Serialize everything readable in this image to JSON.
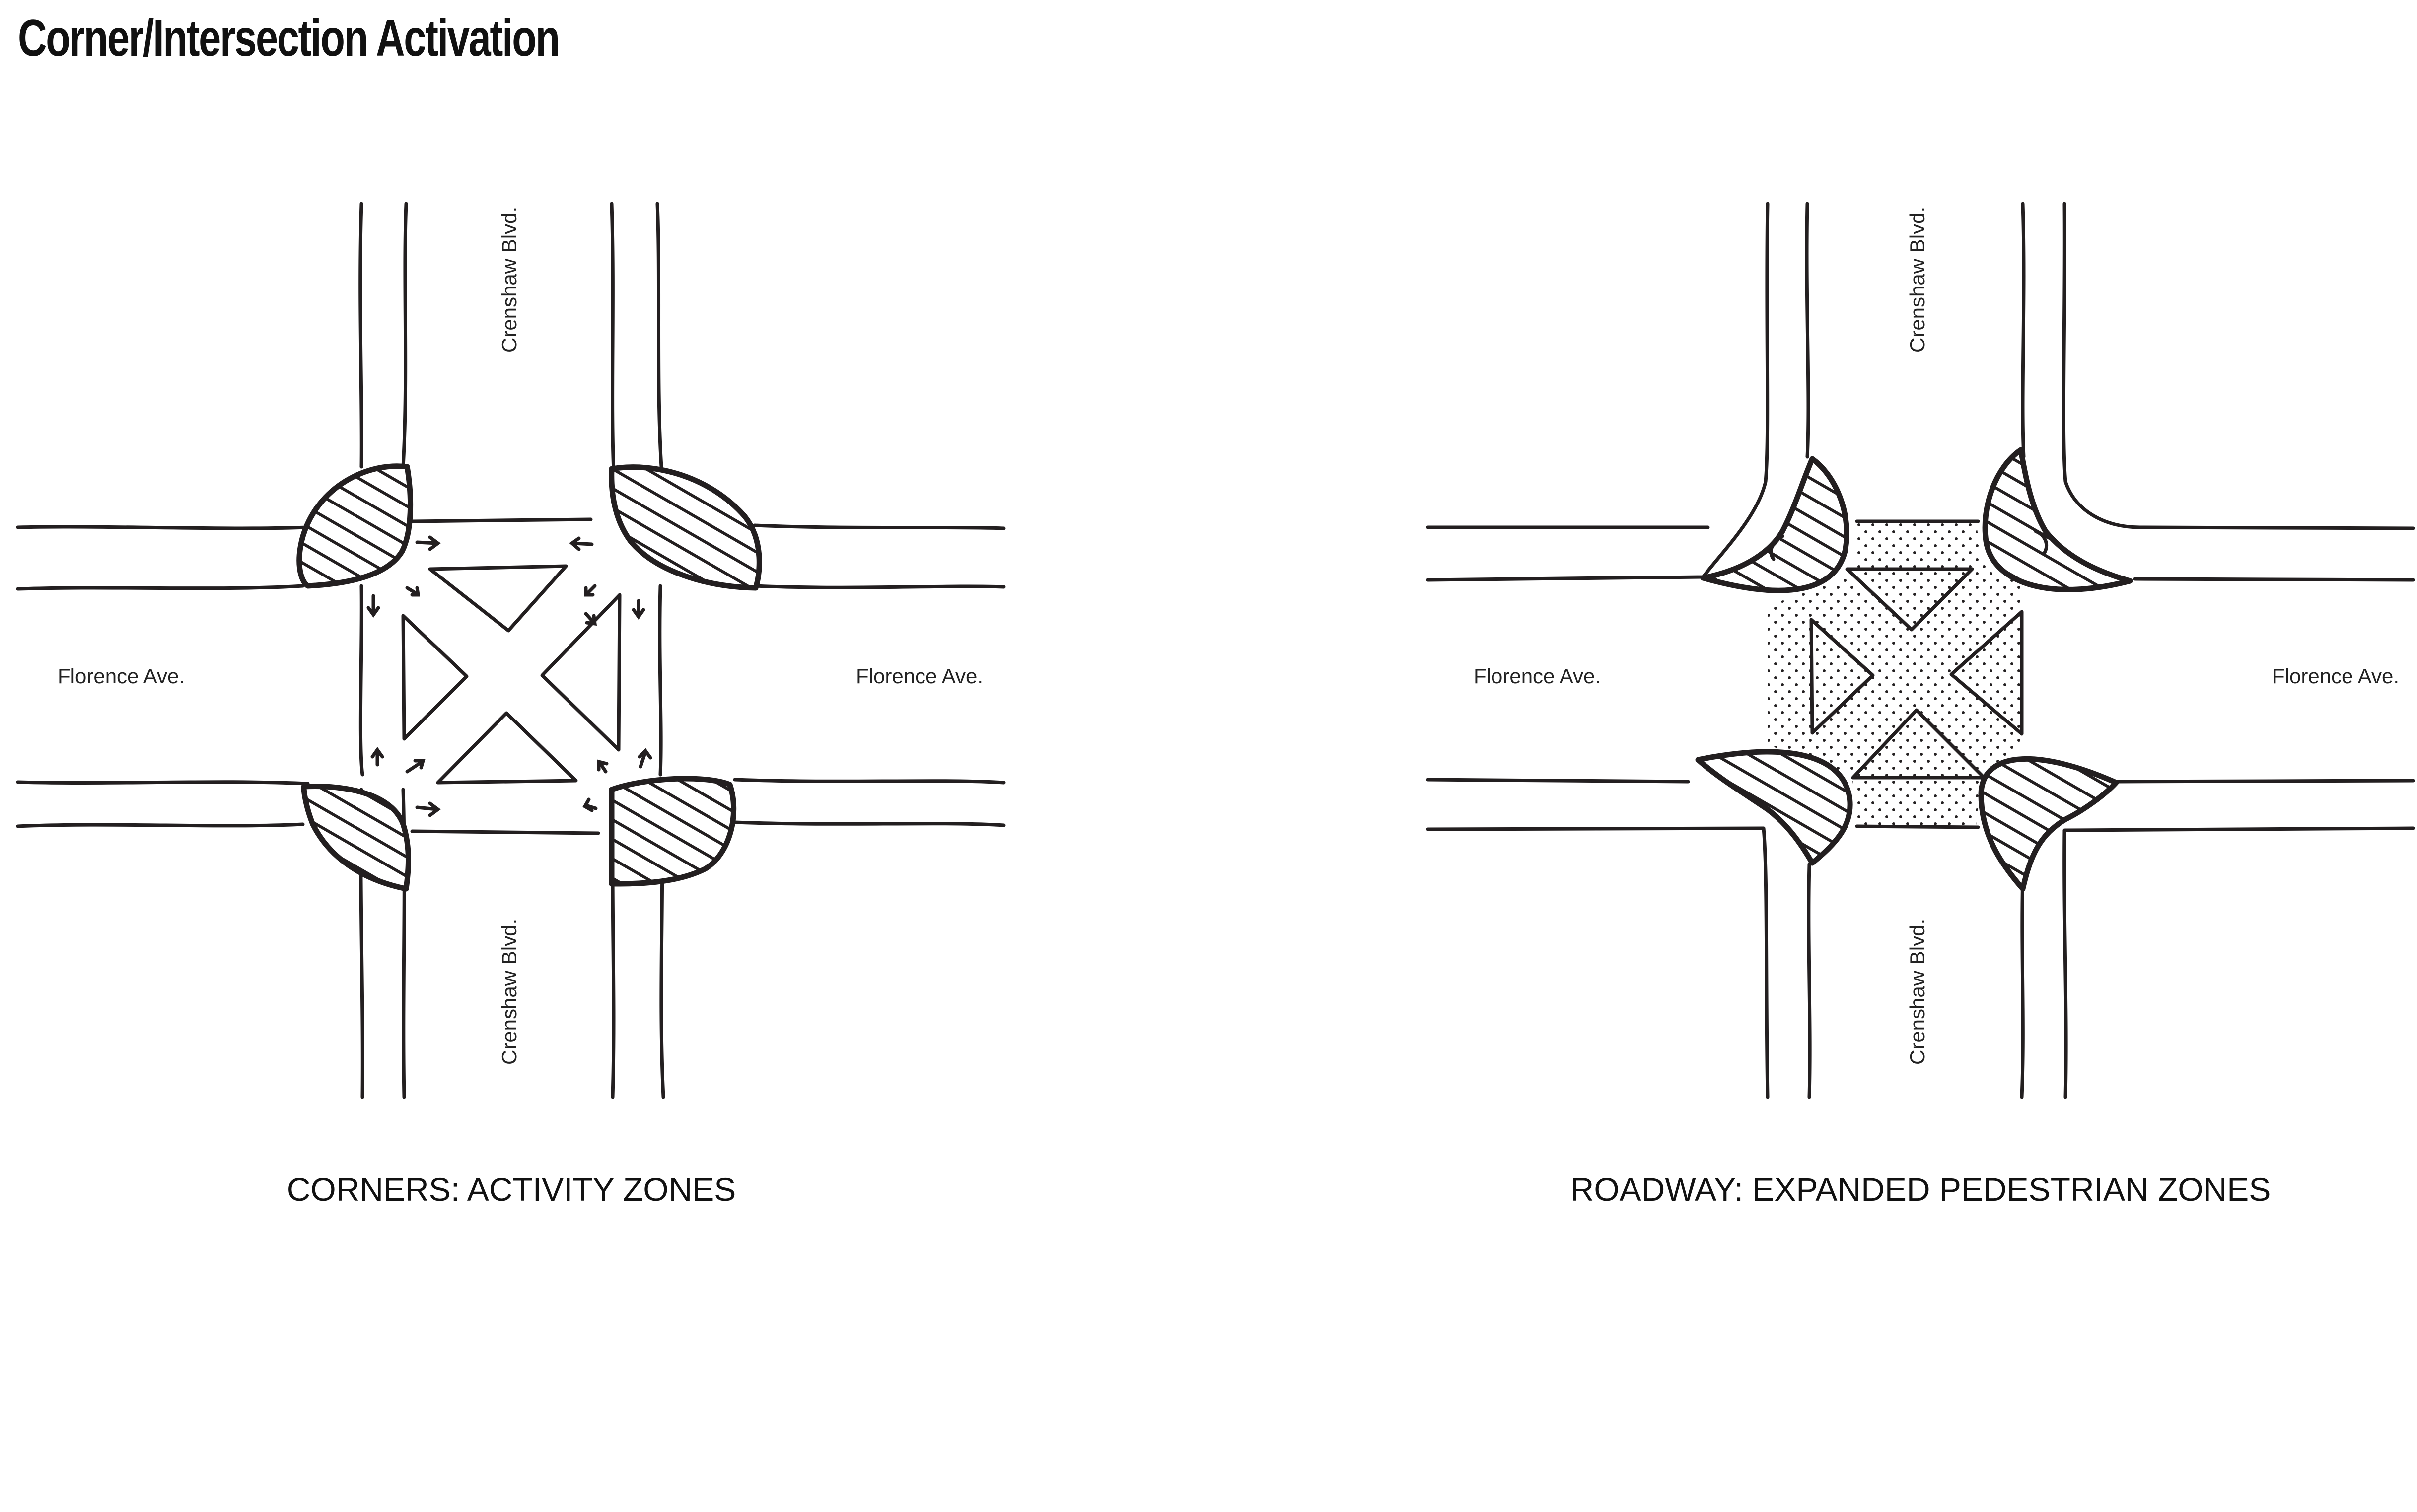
{
  "title": "Corner/Intersection Activation",
  "diagrams": [
    {
      "id": "left",
      "street_ns_top": "Crenshaw Blvd.",
      "street_ns_bottom": "Crenshaw Blvd.",
      "street_ew_left": "Florence Ave.",
      "street_ew_right": "Florence Ave.",
      "caption": "CORNERS: ACTIVITY ZONES"
    },
    {
      "id": "right",
      "street_ns_top": "Crenshaw Blvd.",
      "street_ns_bottom": "Crenshaw Blvd.",
      "street_ew_left": "Florence Ave.",
      "street_ew_right": "Florence Ave.",
      "caption": "ROADWAY: EXPANDED PEDESTRIAN ZONES"
    }
  ],
  "colors": {
    "ink": "#231f20",
    "background": "#ffffff"
  }
}
